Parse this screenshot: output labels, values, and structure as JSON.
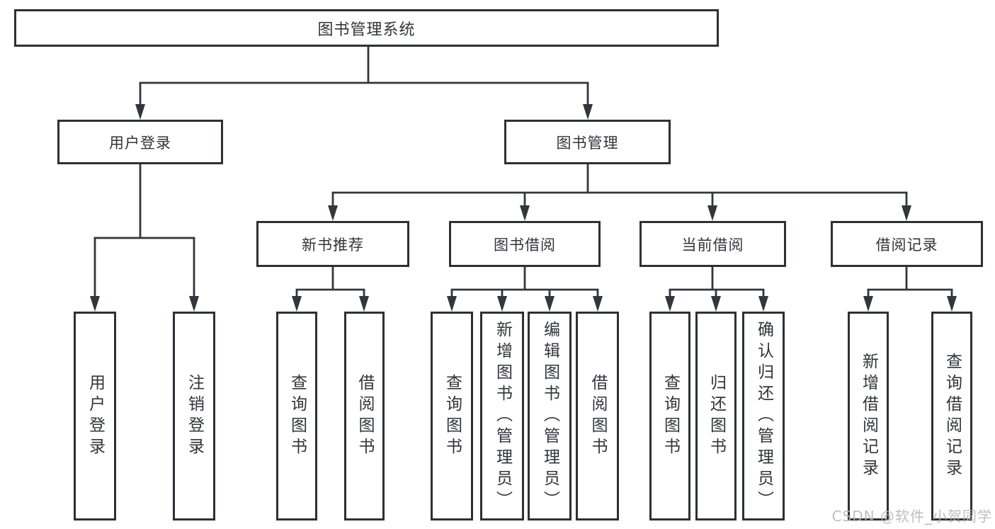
{
  "diagram_title": "图书管理系统",
  "nodes": {
    "root": "图书管理系统",
    "user_login": "用户登录",
    "book_management": "图书管理",
    "new_book_recommend": "新书推荐",
    "book_borrow": "图书借阅",
    "current_borrow": "当前借阅",
    "borrow_records": "借阅记录",
    "leaf_user_login": "用户登录",
    "leaf_logout": "注销登录",
    "nb_query_books": "查询图书",
    "nb_borrow_books": "借阅图书",
    "bb_query_books": "查询图书",
    "bb_add_books": "新增图书（管理员）",
    "bb_edit_books": "编辑图书（管理员）",
    "bb_borrow_books": "借阅图书",
    "cb_query_books": "查询图书",
    "cb_return_books": "归还图书",
    "cb_confirm_return": "确认归还（管理员）",
    "br_add_record": "新增借阅记录",
    "br_query_record": "查询借阅记录"
  },
  "tree": {
    "label": "图书管理系统",
    "children": [
      {
        "label": "用户登录",
        "children": [
          {
            "label": "用户登录"
          },
          {
            "label": "注销登录"
          }
        ]
      },
      {
        "label": "图书管理",
        "children": [
          {
            "label": "新书推荐",
            "children": [
              {
                "label": "查询图书"
              },
              {
                "label": "借阅图书"
              }
            ]
          },
          {
            "label": "图书借阅",
            "children": [
              {
                "label": "查询图书"
              },
              {
                "label": "新增图书（管理员）"
              },
              {
                "label": "编辑图书（管理员）"
              },
              {
                "label": "借阅图书"
              }
            ]
          },
          {
            "label": "当前借阅",
            "children": [
              {
                "label": "查询图书"
              },
              {
                "label": "归还图书"
              },
              {
                "label": "确认归还（管理员）"
              }
            ]
          },
          {
            "label": "借阅记录",
            "children": [
              {
                "label": "新增借阅记录"
              },
              {
                "label": "查询借阅记录"
              }
            ]
          }
        ]
      }
    ]
  },
  "watermark": "CSDN @软件_小贺同学",
  "colors": {
    "box_border": "#2d3034",
    "box_fill": "#ffffff",
    "connector_line": "#33363a",
    "text": "#313439",
    "watermark": "#b3b3b3",
    "background": "#ffffff"
  }
}
